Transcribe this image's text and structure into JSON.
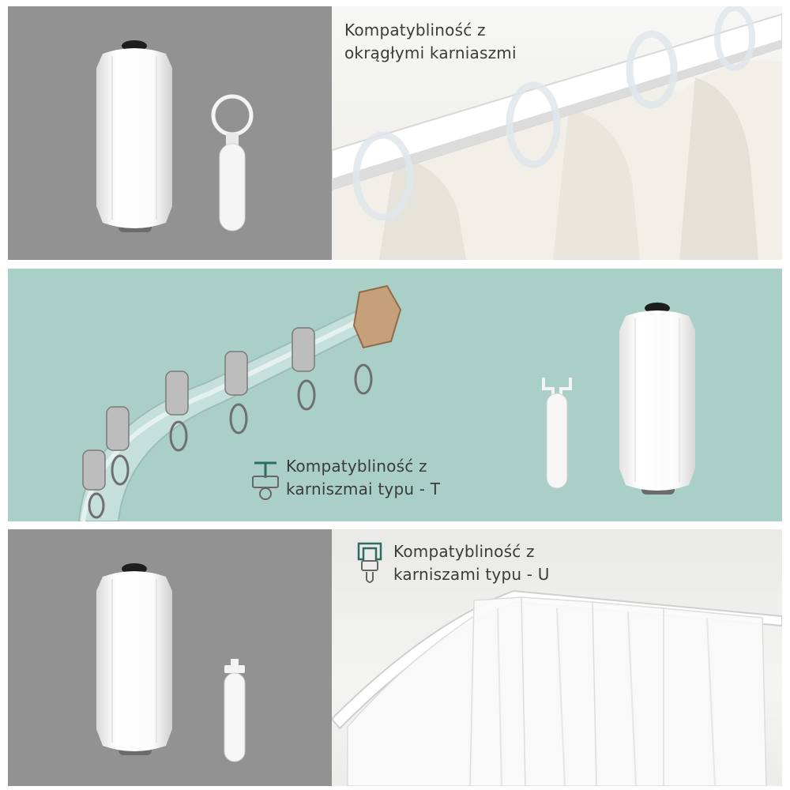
{
  "sections": [
    {
      "id": "round-rod",
      "caption": {
        "line1": "Kompatybliność z",
        "line2": "okrągłymi karniaszmi"
      },
      "icon": "round-rod-icon"
    },
    {
      "id": "t-track",
      "caption": {
        "line1": "Kompatybliność z",
        "line2": "karniszmai typu - T"
      },
      "icon": "t-track-icon"
    },
    {
      "id": "u-track",
      "caption": {
        "line1": "Kompatybliność z",
        "line2": "karniszami typu - U"
      },
      "icon": "u-track-icon"
    }
  ],
  "colors": {
    "panel_gray": "#929292",
    "panel_mint": "#a9cfc7",
    "caption_text": "#3b3b3b",
    "icon_green": "#2f6b5e",
    "bronze_endcap": "#c6a07a"
  }
}
